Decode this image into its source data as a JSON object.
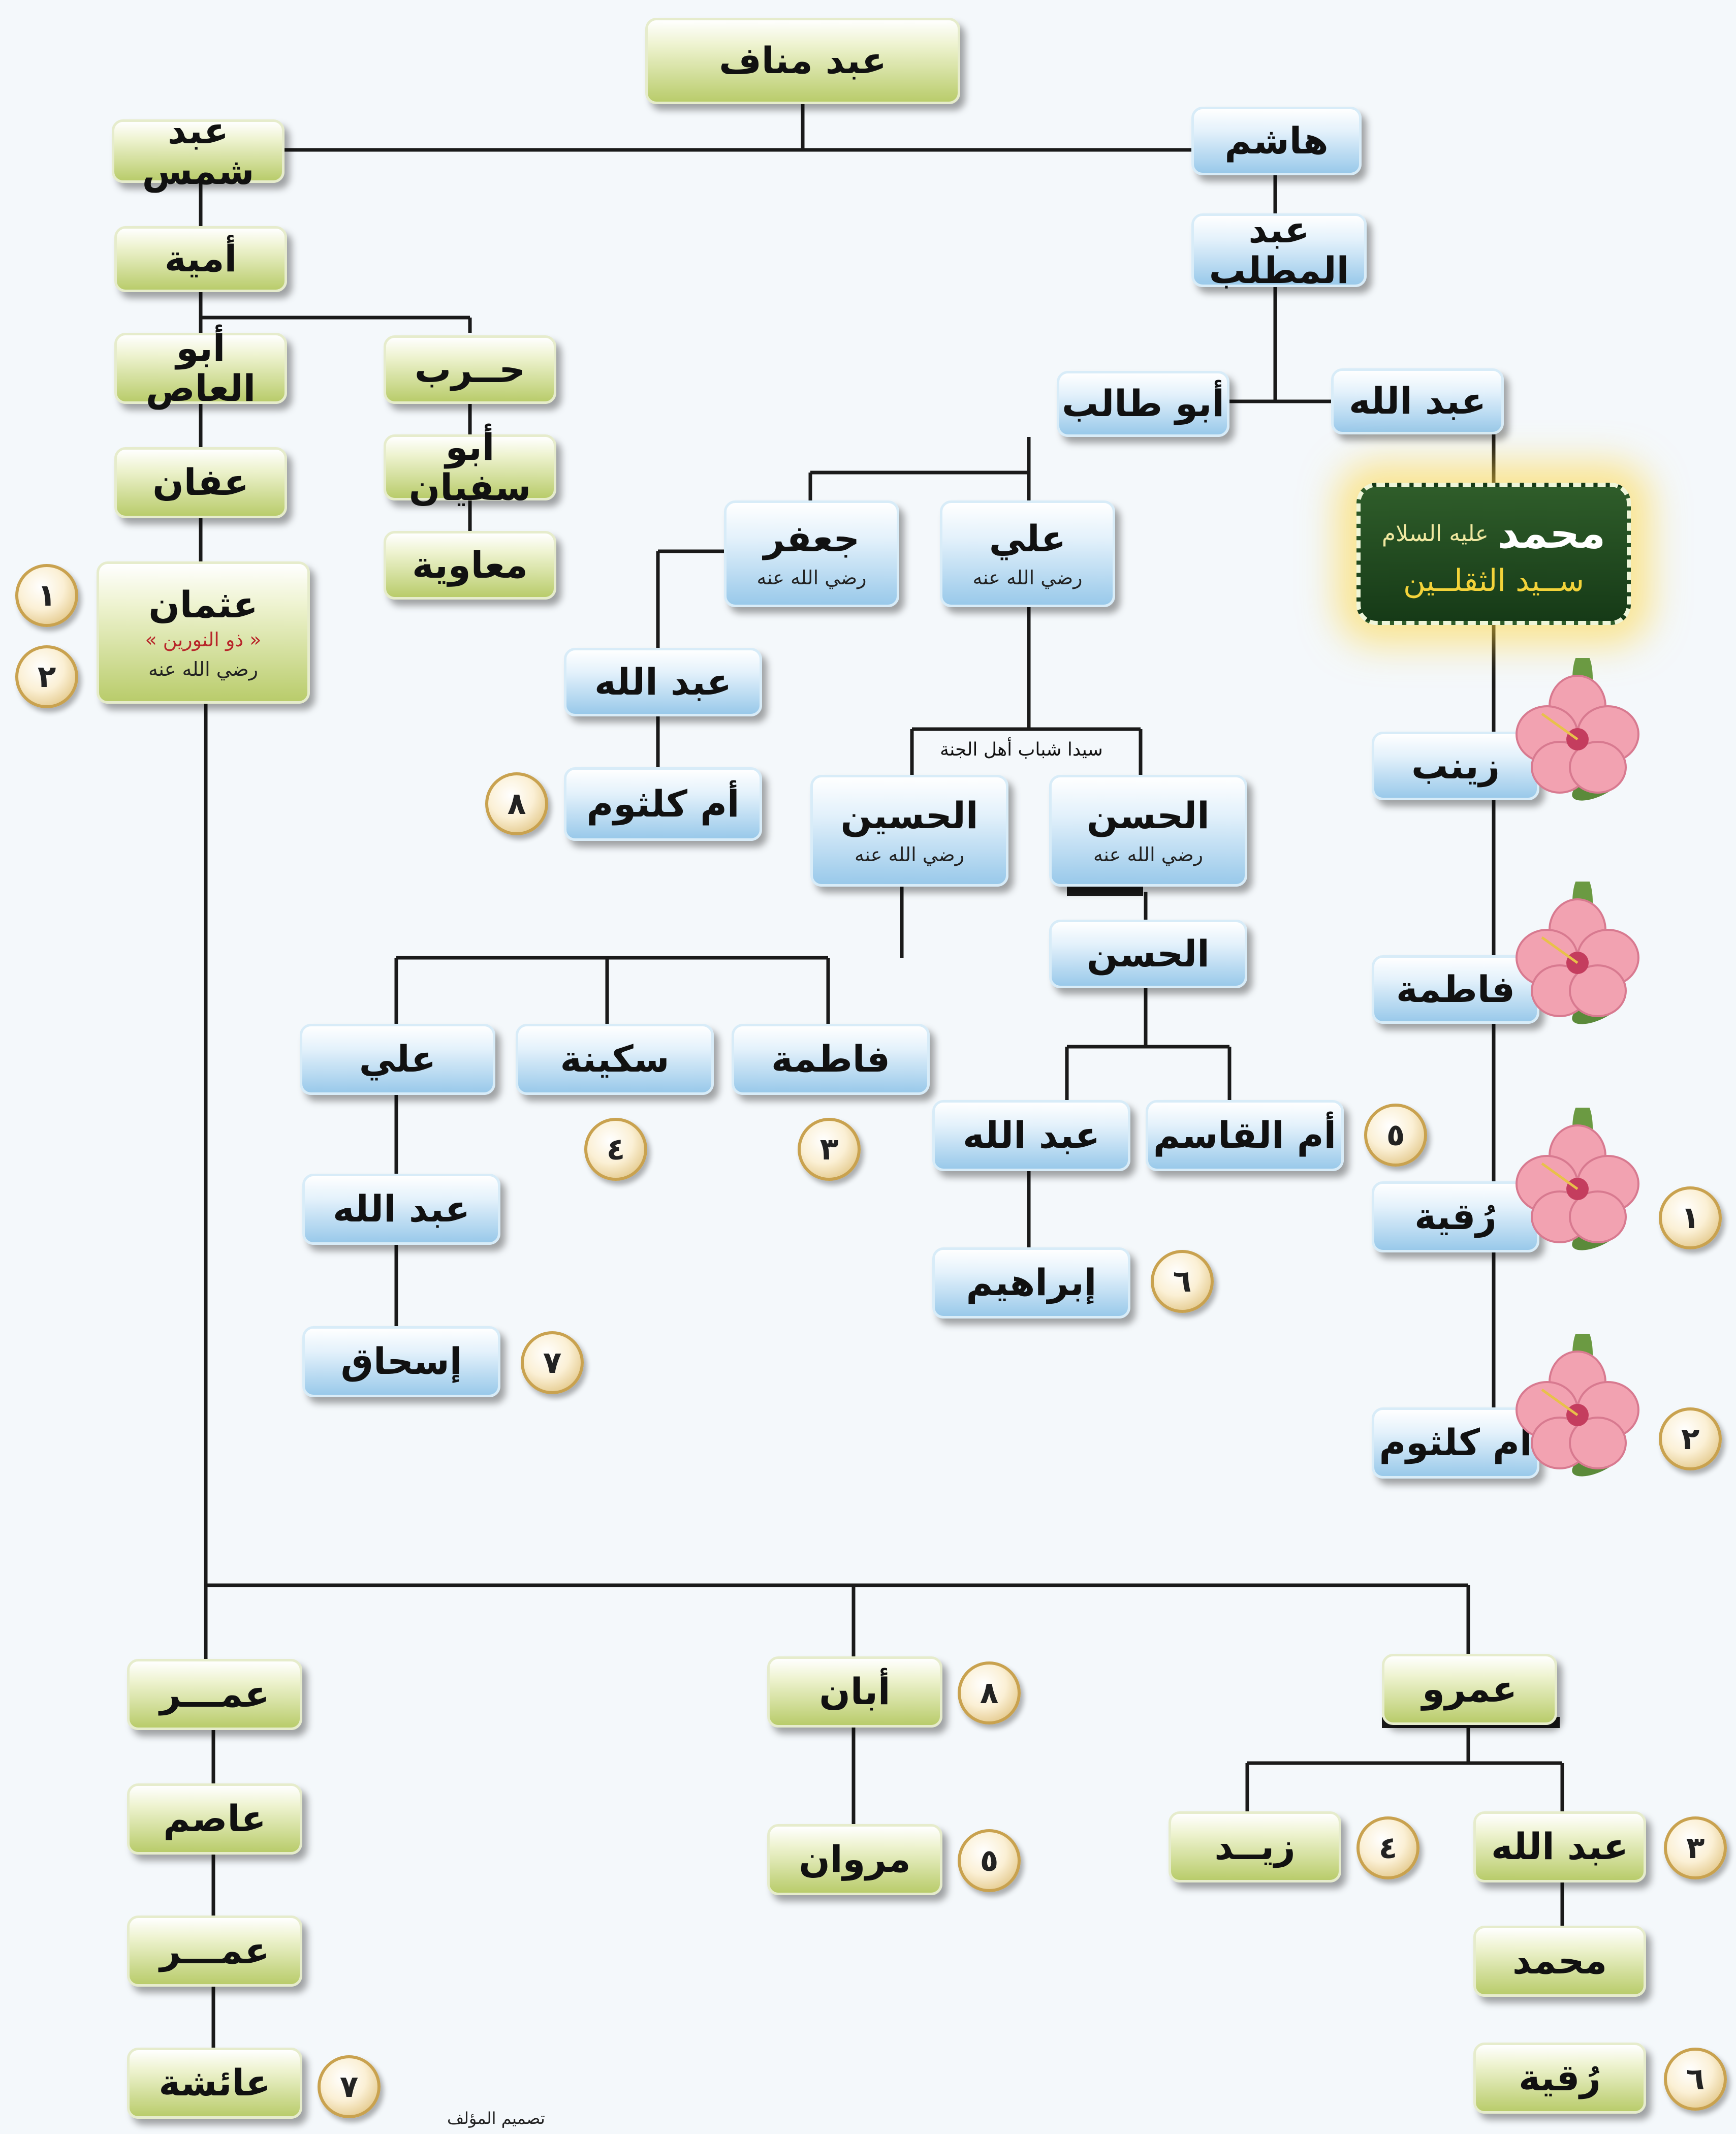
{
  "nodes": {
    "abd_manaf": "عبد مناف",
    "abd_shams": "عبد شمس",
    "hashim": "هاشم",
    "umayya": "أمية",
    "abd_muttalib": "عبد المطلب",
    "abu_al_as": "أبو العاص",
    "harb": "حــرب",
    "abu_talib": "أبو طالب",
    "abdullah_father": "عبد الله",
    "affan": "عفان",
    "abu_sufyan": "أبو سفيان",
    "muawiya": "معاوية",
    "uthman": "عثمان",
    "uthman_epithet": "« ذو النورين »",
    "uthman_sub": "رضي الله عنه",
    "jafar": "جعفر",
    "jafar_sub": "رضي الله عنه",
    "ali": "علي",
    "ali_sub": "رضي الله عنه",
    "abdullah_jafar": "عبد الله",
    "umm_kulthum_jafar": "أم كلثوم",
    "husayn": "الحسين",
    "husayn_sub": "رضي الله عنه",
    "hasan": "الحسن",
    "hasan_sub": "رضي الله عنه",
    "hasan2": "الحسن",
    "ali_husayn": "علي",
    "sukayna": "سكينة",
    "fatima_husayn": "فاطمة",
    "abdullah_hasan": "عبد الله",
    "umm_qasim": "أم القاسم",
    "abdullah_ali": "عبد الله",
    "ibrahim": "إبراهيم",
    "ishaq": "إسحاق",
    "zaynab": "زينب",
    "fatima": "فاطمة",
    "ruqayya": "رُقية",
    "umm_kulthum": "أم كلثوم",
    "umar1": "عمـــر",
    "asim": "عاصم",
    "umar2": "عمـــر",
    "aisha": "عائشة",
    "aban": "أبان",
    "marwan": "مروان",
    "amr": "عمرو",
    "zayd": "زيــد",
    "abdullah_amr": "عبد الله",
    "muhammad_amr": "محمد",
    "ruqayya_amr": "رُقية"
  },
  "prophet": {
    "name": "محمد",
    "honorific": "عليه السلام",
    "title": "ســيد الثقلــين"
  },
  "link_label": "سيدا شباب أهل الجنة",
  "badges": {
    "uthman_1": "١",
    "uthman_2": "٢",
    "umm_kulthum_jafar": "٨",
    "umm_qasim": "٥",
    "sukayna": "٤",
    "fatima_husayn": "٣",
    "ibrahim": "٦",
    "ishaq": "٧",
    "ruqayya": "١",
    "umm_kulthum": "٢",
    "aban": "٨",
    "marwan": "٥",
    "zayd": "٤",
    "abdullah_amr": "٣",
    "ruqayya_amr": "٦",
    "aisha": "٧"
  },
  "credit": "تصميم المؤلف",
  "colors": {
    "line": "#1a1a1a",
    "green_box": "#b9cc6b",
    "blue_box": "#99c9ea",
    "prophet_box": "#1f4a1f",
    "badge_rim": "#c9a24f"
  }
}
